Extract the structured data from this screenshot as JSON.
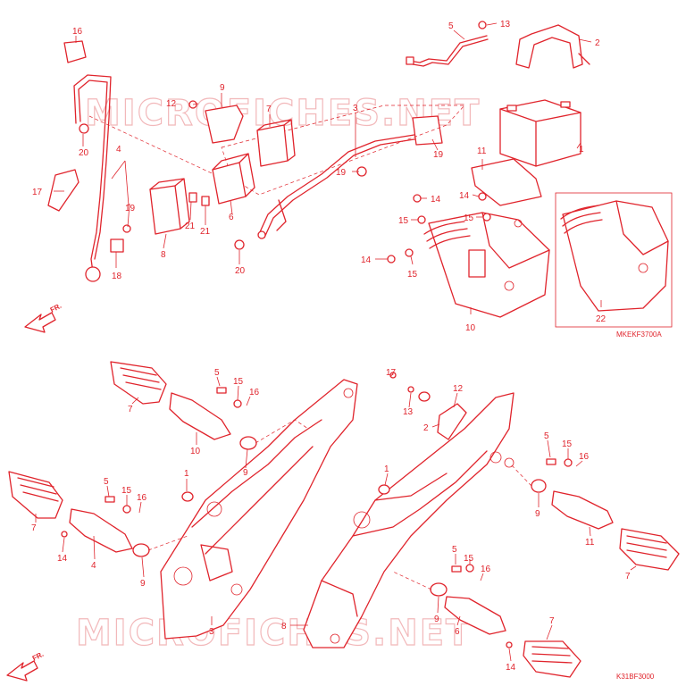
{
  "watermark": {
    "text": "MICROFICHES.NET"
  },
  "diagram_codes": {
    "top": "MKEKF3700A",
    "bottom": "K31BF3000"
  },
  "direction_label": "FR.",
  "accent_color": "#e0242c",
  "top_callouts": [
    "16",
    "12",
    "9",
    "7",
    "4",
    "20",
    "19",
    "17",
    "18",
    "21",
    "21",
    "6",
    "8",
    "20",
    "3",
    "19",
    "5",
    "13",
    "2",
    "1",
    "11",
    "14",
    "15",
    "14",
    "15",
    "14",
    "15",
    "10",
    "22"
  ],
  "bottom_callouts": [
    "5",
    "15",
    "16",
    "7",
    "10",
    "9",
    "1",
    "17",
    "13",
    "12",
    "2",
    "3",
    "5",
    "15",
    "16",
    "7",
    "4",
    "14",
    "9",
    "1",
    "8",
    "5",
    "15",
    "16",
    "9",
    "6",
    "14",
    "7",
    "5",
    "15",
    "16",
    "9",
    "11",
    "7"
  ]
}
